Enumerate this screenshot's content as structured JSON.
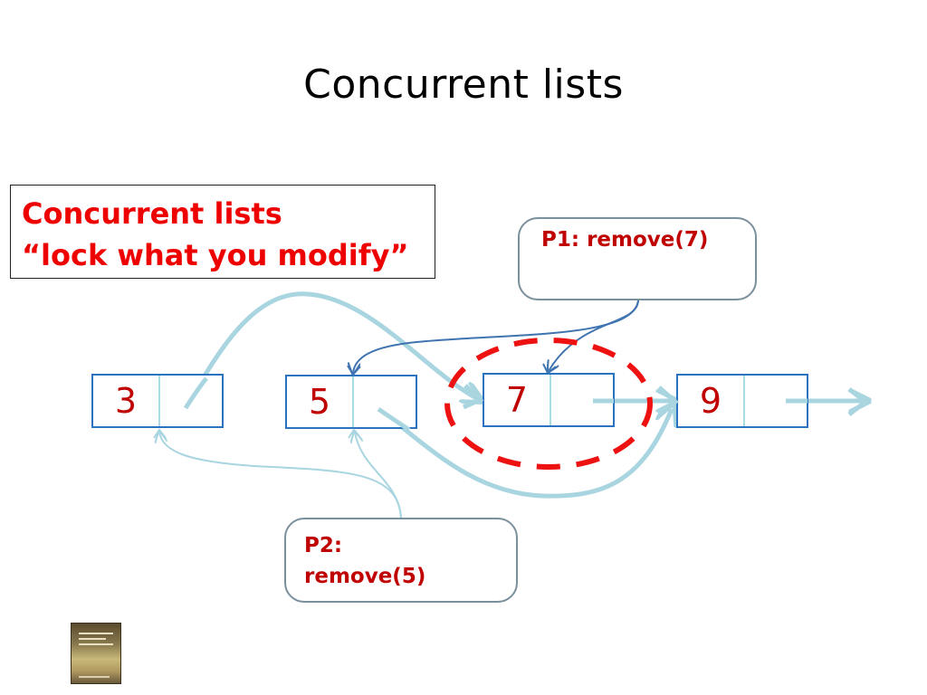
{
  "title": "Concurrent lists",
  "note": {
    "line1": "Concurrent lists",
    "line2": "“lock what you modify”"
  },
  "callouts": {
    "p1": "P1: remove(7)",
    "p2_line1": "P2:",
    "p2_line2": "remove(5)"
  },
  "nodes": [
    {
      "value": "3"
    },
    {
      "value": "5"
    },
    {
      "value": "7"
    },
    {
      "value": "9"
    }
  ],
  "colors": {
    "title": "#000000",
    "note_text": "#ee0000",
    "callout_text": "#c00000",
    "node_value": "#c00000",
    "node_border": "#2b72c0",
    "pointer_arrow": "#a8d5e0",
    "process_arrow": "#3f74b0",
    "lock_ellipse": "#ee1111"
  }
}
